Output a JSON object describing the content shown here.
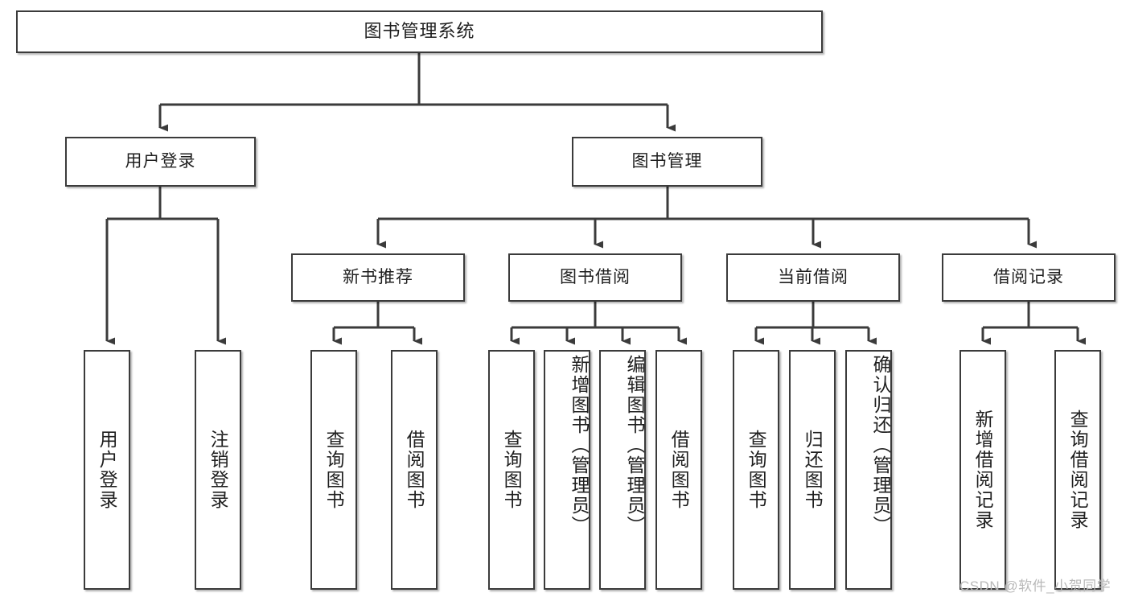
{
  "diagram": {
    "title": "图书管理系统",
    "type": "tree-hierarchy-chart",
    "watermark": "CSDN @软件_小贺同学",
    "colors": {
      "box_border": "#3b3b3b",
      "box_fill": "#ffffff",
      "connector": "#3b3b3b",
      "text": "#1f1f1f",
      "watermark": "#b9b9b9",
      "background": "#ffffff"
    },
    "root": {
      "label": "图书管理系统"
    },
    "level2": [
      {
        "label": "用户登录"
      },
      {
        "label": "图书管理"
      }
    ],
    "level3": [
      {
        "label": "新书推荐"
      },
      {
        "label": "图书借阅"
      },
      {
        "label": "当前借阅"
      },
      {
        "label": "借阅记录"
      }
    ],
    "leaves": {
      "user_login": [
        {
          "label": "用户登录"
        },
        {
          "label": "注销登录"
        }
      ],
      "new_book_recommend": [
        {
          "label": "查询图书"
        },
        {
          "label": "借阅图书"
        }
      ],
      "book_borrow": [
        {
          "label": "查询图书"
        },
        {
          "label": "新增图书（管理员）"
        },
        {
          "label": "编辑图书（管理员）"
        },
        {
          "label": "借阅图书"
        }
      ],
      "current_borrow": [
        {
          "label": "查询图书"
        },
        {
          "label": "归还图书"
        },
        {
          "label": "确认归还（管理员）"
        }
      ],
      "borrow_record": [
        {
          "label": "新增借阅记录"
        },
        {
          "label": "查询借阅记录"
        }
      ]
    }
  }
}
